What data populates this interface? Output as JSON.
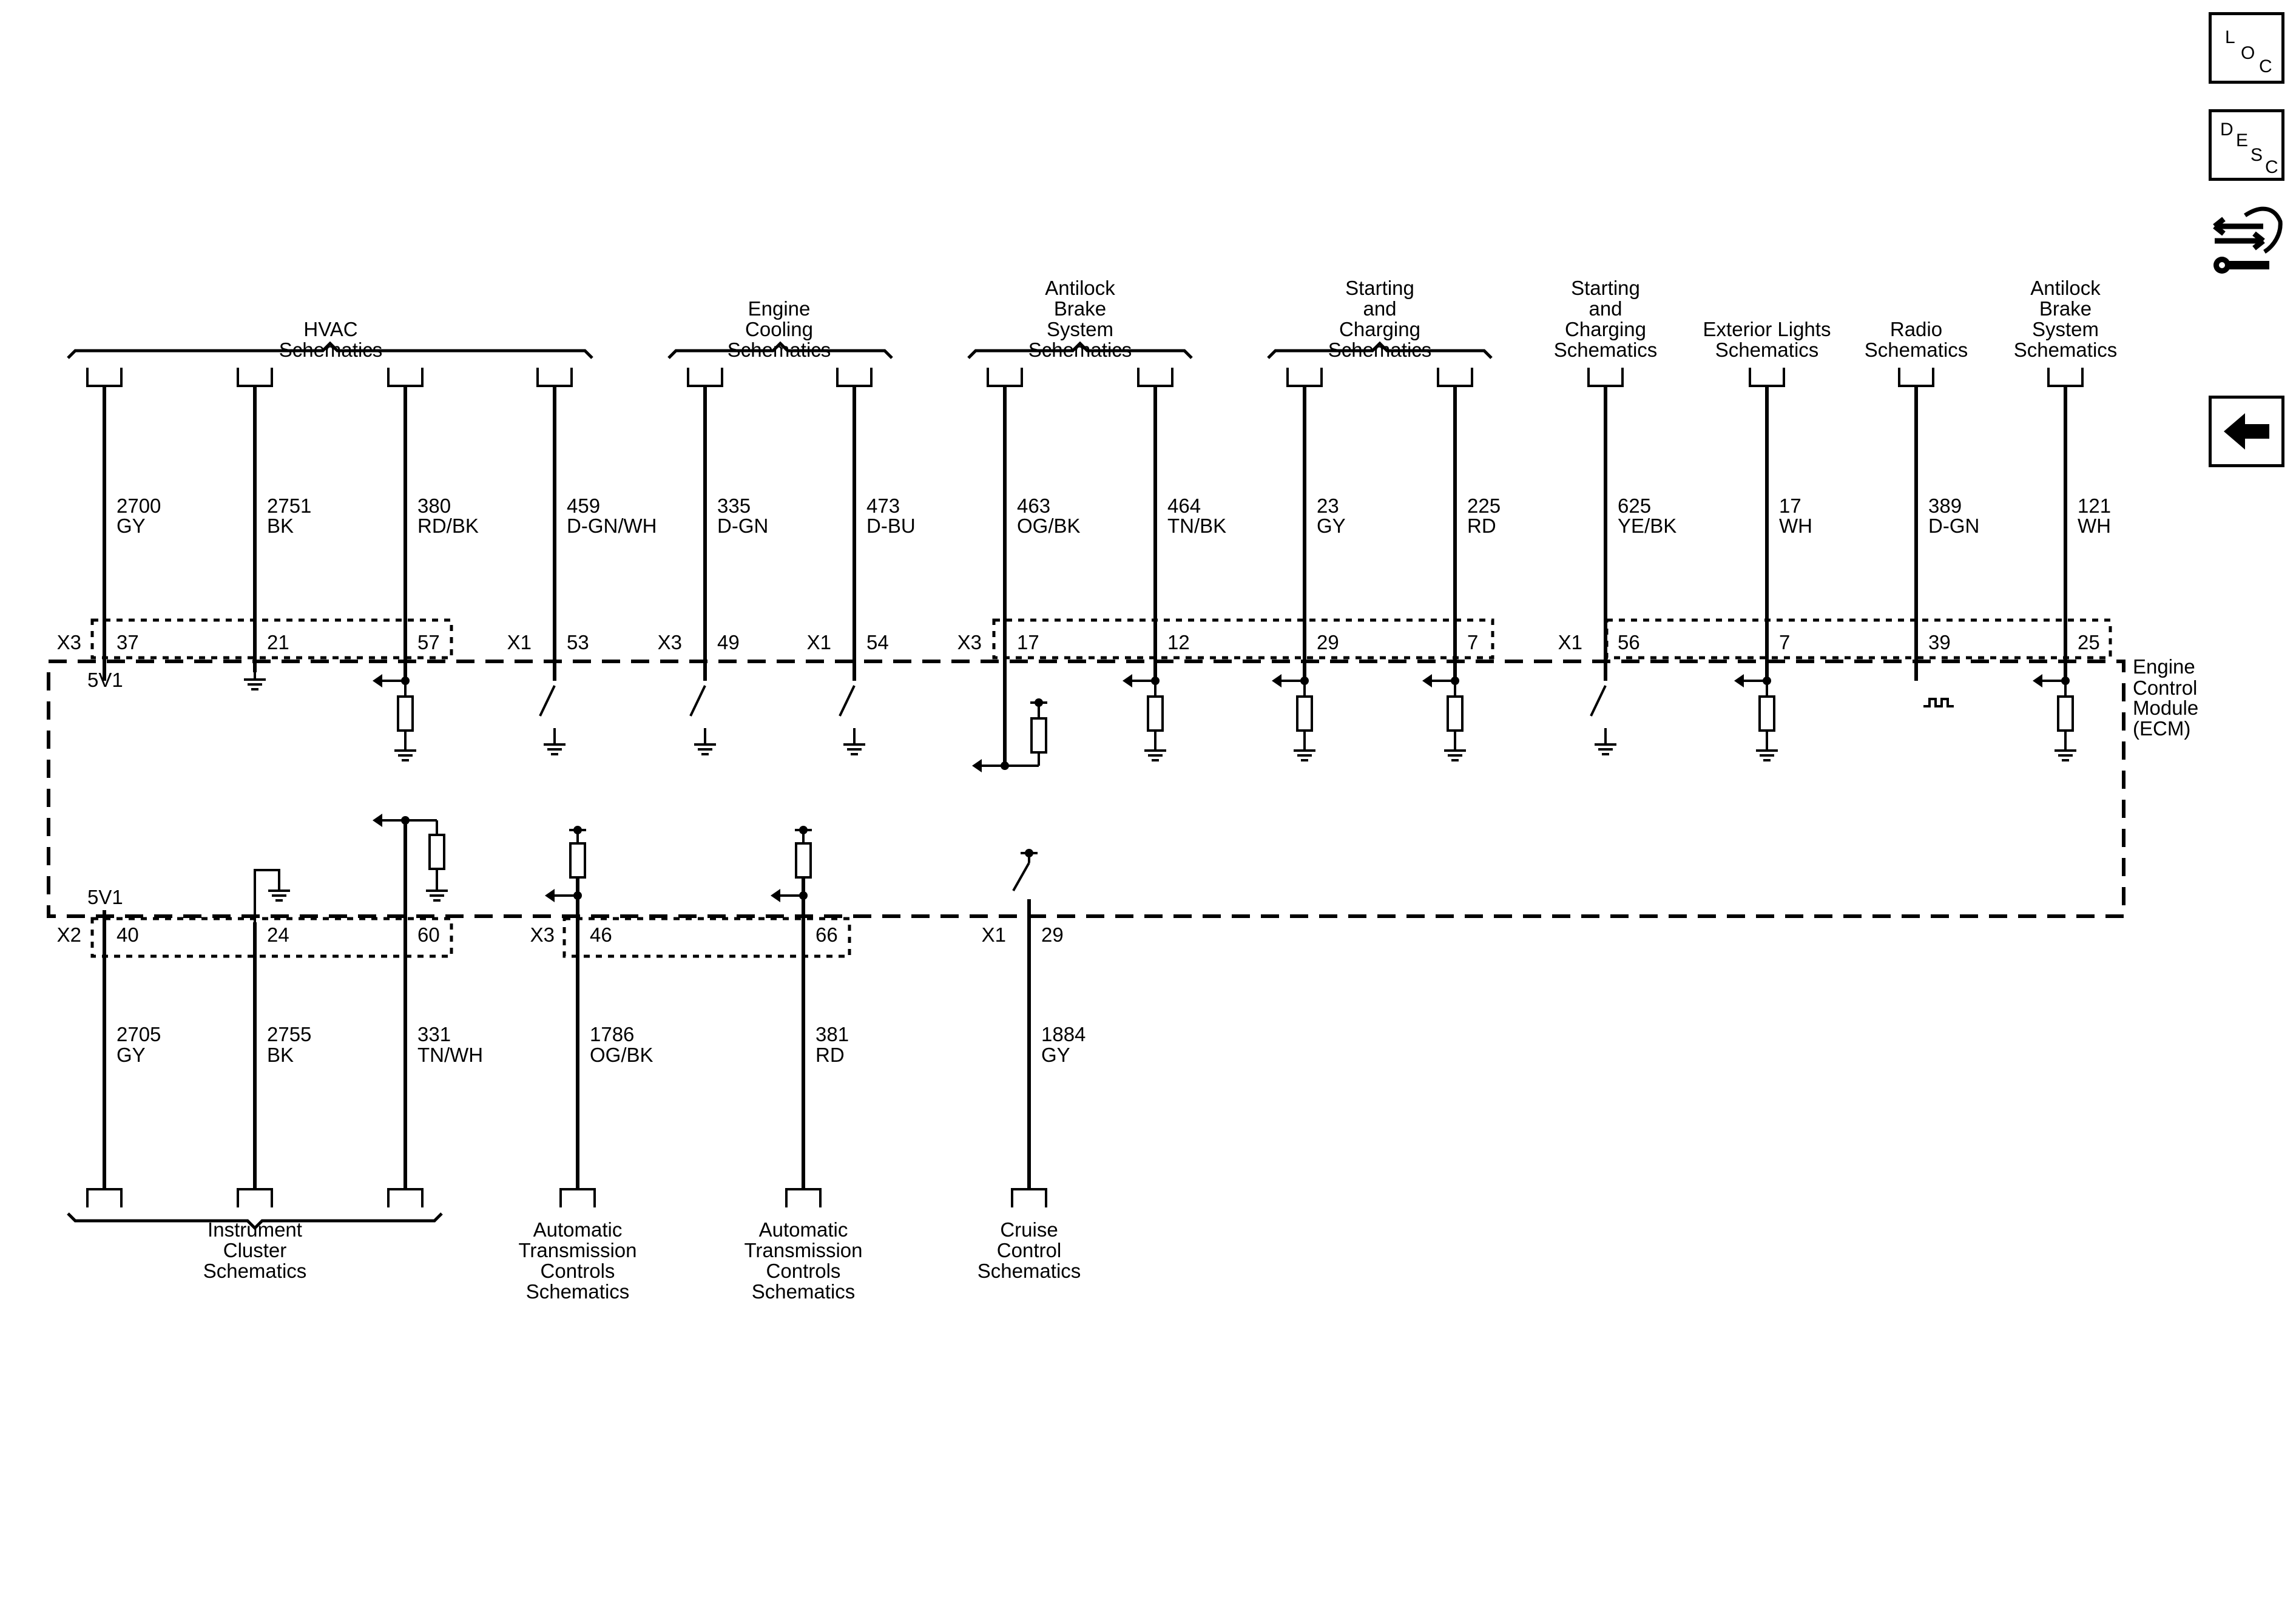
{
  "nav": {
    "loc": [
      "L",
      "O",
      "C"
    ],
    "desc": [
      "D",
      "E",
      "S",
      "C"
    ],
    "icons": [
      "loc-icon",
      "desc-icon",
      "connector-tool-icon",
      "back-arrow-icon"
    ]
  },
  "ecm_label": [
    "Engine",
    "Control",
    "Module",
    "(ECM)"
  ],
  "top": {
    "groups": [
      {
        "label": [
          "HVAC",
          "Schematics"
        ]
      },
      {
        "label": [
          "Engine",
          "Cooling",
          "Schematics"
        ]
      },
      {
        "label": [
          "Antilock",
          "Brake",
          "System",
          "Schematics"
        ]
      },
      {
        "label": [
          "Starting",
          "and",
          "Charging",
          "Schematics"
        ]
      },
      {
        "label": [
          "Starting",
          "and",
          "Charging",
          "Schematics"
        ]
      },
      {
        "label": [
          "Exterior Lights",
          "Schematics"
        ]
      },
      {
        "label": [
          "Radio",
          "Schematics"
        ]
      },
      {
        "label": [
          "Antilock",
          "Brake",
          "System",
          "Schematics"
        ]
      }
    ],
    "circuits": [
      {
        "num": "2700",
        "color": "GY",
        "pin": "37",
        "conn": "X3",
        "inner": "5V1"
      },
      {
        "num": "2751",
        "color": "BK",
        "pin": "21"
      },
      {
        "num": "380",
        "color": "RD/BK",
        "pin": "57"
      },
      {
        "num": "459",
        "color": "D-GN/WH",
        "pin": "53",
        "conn": "X1"
      },
      {
        "num": "335",
        "color": "D-GN",
        "pin": "49",
        "conn": "X3"
      },
      {
        "num": "473",
        "color": "D-BU",
        "pin": "54",
        "conn": "X1"
      },
      {
        "num": "463",
        "color": "OG/BK",
        "pin": "17",
        "conn": "X3"
      },
      {
        "num": "464",
        "color": "TN/BK",
        "pin": "12"
      },
      {
        "num": "23",
        "color": "GY",
        "pin": "29"
      },
      {
        "num": "225",
        "color": "RD",
        "pin": "7"
      },
      {
        "num": "625",
        "color": "YE/BK",
        "pin": "56",
        "conn": "X1"
      },
      {
        "num": "17",
        "color": "WH",
        "pin": "7"
      },
      {
        "num": "389",
        "color": "D-GN",
        "pin": "39"
      },
      {
        "num": "121",
        "color": "WH",
        "pin": "25"
      }
    ]
  },
  "bottom": {
    "groups": [
      {
        "label": [
          "Instrument",
          "Cluster",
          "Schematics"
        ]
      },
      {
        "label": [
          "Automatic",
          "Transmission",
          "Controls",
          "Schematics"
        ]
      },
      {
        "label": [
          "Automatic",
          "Transmission",
          "Controls",
          "Schematics"
        ]
      },
      {
        "label": [
          "Cruise",
          "Control",
          "Schematics"
        ]
      }
    ],
    "circuits": [
      {
        "num": "2705",
        "color": "GY",
        "pin": "40",
        "conn": "X2",
        "inner": "5V1"
      },
      {
        "num": "2755",
        "color": "BK",
        "pin": "24"
      },
      {
        "num": "331",
        "color": "TN/WH",
        "pin": "60"
      },
      {
        "num": "1786",
        "color": "OG/BK",
        "pin": "46",
        "conn": "X3"
      },
      {
        "num": "381",
        "color": "RD",
        "pin": "66"
      },
      {
        "num": "1884",
        "color": "GY",
        "pin": "29",
        "conn": "X1"
      }
    ]
  }
}
